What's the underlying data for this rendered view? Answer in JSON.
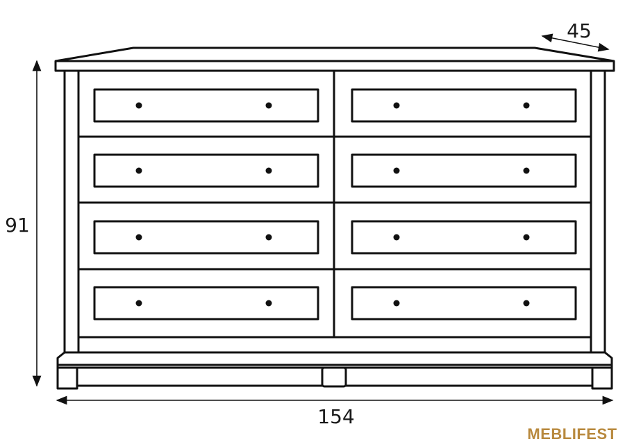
{
  "dimensions": {
    "height": "91",
    "width": "154",
    "depth": "45"
  },
  "brand": "MEBLIFEST",
  "drawers": {
    "rows": 4,
    "columns": 2
  },
  "colors": {
    "line": "#111111",
    "brand": "#b8893e",
    "background": "#ffffff"
  }
}
